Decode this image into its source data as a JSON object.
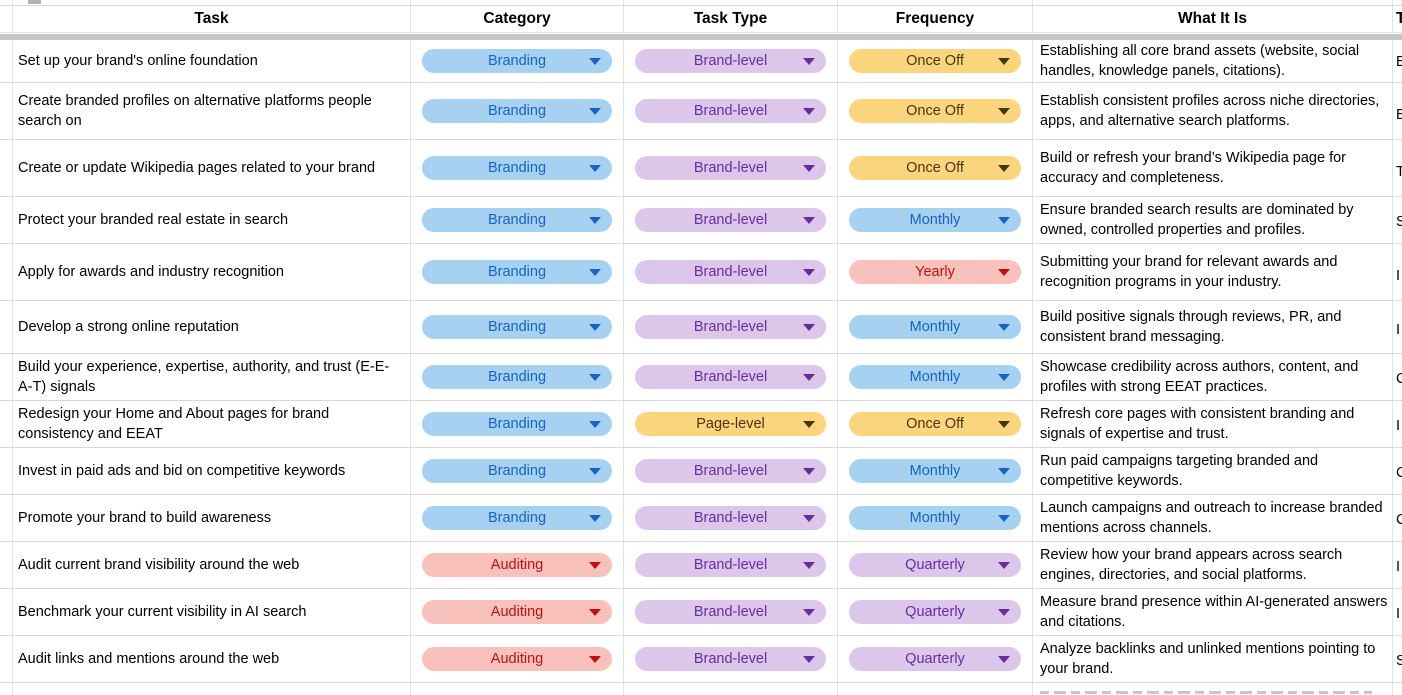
{
  "table": {
    "headers": [
      "Task",
      "Category",
      "Task Type",
      "Frequency",
      "What It Is"
    ],
    "rows": [
      {
        "task": "Set up your brand's online foundation",
        "category": "Branding",
        "category_color": "blue",
        "task_type": "Brand-level",
        "task_type_color": "purple",
        "frequency": "Once Off",
        "frequency_color": "amber",
        "what_it_is": "Establishing all core brand assets (website, social handles, knowledge panels, citations).",
        "edge_fragment": "E"
      },
      {
        "task": "Create branded profiles on alternative platforms people search on",
        "category": "Branding",
        "category_color": "blue",
        "task_type": "Brand-level",
        "task_type_color": "purple",
        "frequency": "Once Off",
        "frequency_color": "amber",
        "what_it_is": "Establish consistent profiles across niche directories, apps, and alternative search platforms.",
        "edge_fragment": "E"
      },
      {
        "task": "Create or update Wikipedia pages related to your brand",
        "category": "Branding",
        "category_color": "blue",
        "task_type": "Brand-level",
        "task_type_color": "purple",
        "frequency": "Once Off",
        "frequency_color": "amber",
        "what_it_is": "Build or refresh your brand’s Wikipedia page for accuracy and completeness.",
        "edge_fragment": "T"
      },
      {
        "task": "Protect your branded real estate in search",
        "category": "Branding",
        "category_color": "blue",
        "task_type": "Brand-level",
        "task_type_color": "purple",
        "frequency": "Monthly",
        "frequency_color": "blue",
        "what_it_is": "Ensure branded search results are dominated by owned, controlled properties and profiles.",
        "edge_fragment": "S"
      },
      {
        "task": "Apply for awards and industry recognition",
        "category": "Branding",
        "category_color": "blue",
        "task_type": "Brand-level",
        "task_type_color": "purple",
        "frequency": "Yearly",
        "frequency_color": "red",
        "what_it_is": "Submitting your brand for relevant awards and recognition programs in your industry.",
        "edge_fragment": "I"
      },
      {
        "task": "Develop a strong online reputation",
        "category": "Branding",
        "category_color": "blue",
        "task_type": "Brand-level",
        "task_type_color": "purple",
        "frequency": "Monthly",
        "frequency_color": "blue",
        "what_it_is": "Build positive signals through reviews, PR, and consistent brand messaging.",
        "edge_fragment": "I"
      },
      {
        "task": "Build your experience, expertise, authority, and trust (E-E-A-T) signals",
        "category": "Branding",
        "category_color": "blue",
        "task_type": "Brand-level",
        "task_type_color": "purple",
        "frequency": "Monthly",
        "frequency_color": "blue",
        "what_it_is": "Showcase credibility across authors, content, and profiles with strong EEAT practices.",
        "edge_fragment": "C"
      },
      {
        "task": "Redesign your Home and About pages for brand consistency and EEAT",
        "category": "Branding",
        "category_color": "blue",
        "task_type": "Page-level",
        "task_type_color": "amber",
        "frequency": "Once Off",
        "frequency_color": "amber",
        "what_it_is": "Refresh core pages with consistent branding and signals of expertise and trust.",
        "edge_fragment": "I"
      },
      {
        "task": "Invest in paid ads and bid on competitive keywords",
        "category": "Branding",
        "category_color": "blue",
        "task_type": "Brand-level",
        "task_type_color": "purple",
        "frequency": "Monthly",
        "frequency_color": "blue",
        "what_it_is": "Run paid campaigns targeting branded and competitive keywords.",
        "edge_fragment": "C"
      },
      {
        "task": "Promote your brand to build awareness",
        "category": "Branding",
        "category_color": "blue",
        "task_type": "Brand-level",
        "task_type_color": "purple",
        "frequency": "Monthly",
        "frequency_color": "blue",
        "what_it_is": "Launch campaigns and outreach to increase branded mentions across channels.",
        "edge_fragment": "C"
      },
      {
        "task": "Audit current brand visibility around the web",
        "category": "Auditing",
        "category_color": "red",
        "task_type": "Brand-level",
        "task_type_color": "purple",
        "frequency": "Quarterly",
        "frequency_color": "purple",
        "what_it_is": "Review how your brand appears across search engines, directories, and social platforms.",
        "edge_fragment": "I"
      },
      {
        "task": "Benchmark your current visibility in AI search",
        "category": "Auditing",
        "category_color": "red",
        "task_type": "Brand-level",
        "task_type_color": "purple",
        "frequency": "Quarterly",
        "frequency_color": "purple",
        "what_it_is": "Measure brand presence within AI-generated answers and citations.",
        "edge_fragment": "I"
      },
      {
        "task": "Audit links and mentions around the web",
        "category": "Auditing",
        "category_color": "red",
        "task_type": "Brand-level",
        "task_type_color": "purple",
        "frequency": "Quarterly",
        "frequency_color": "purple",
        "what_it_is": "Analyze backlinks and unlinked mentions pointing to your brand.",
        "edge_fragment": "S"
      }
    ],
    "clipped_column": {
      "header_fragment": "T"
    }
  },
  "palette": {
    "blue": {
      "bg": "#a7d1f0",
      "text": "#1862c6"
    },
    "purple": {
      "bg": "#dcc7ea",
      "text": "#662d9c"
    },
    "amber": {
      "bg": "#fbd57e",
      "text": "#46370f"
    },
    "red": {
      "bg": "#f9c1bc",
      "text": "#bb120f"
    }
  }
}
